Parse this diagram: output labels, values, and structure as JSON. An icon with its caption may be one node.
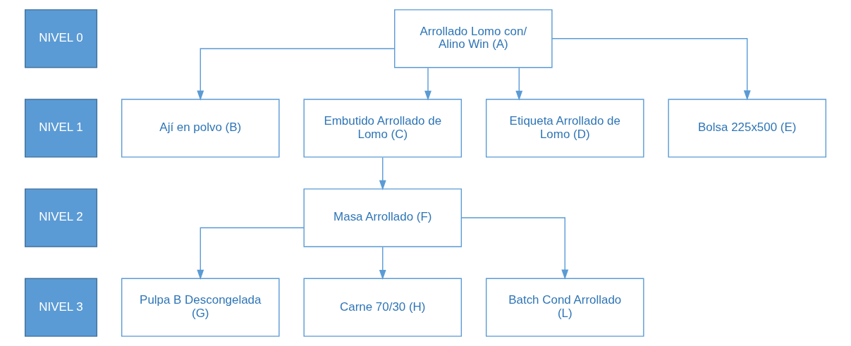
{
  "diagram": {
    "nodes": [
      {
        "text": [
          "NIVEL 0"
        ]
      },
      {
        "text": [
          "Arrollado Lomo con/ Alino Win (A)"
        ]
      },
      {
        "text": [
          "NIVEL 1"
        ]
      },
      {
        "text": [
          "Ají en polvo (B)"
        ]
      },
      {
        "text": [
          "Embutido Arrollado de Lomo (C)"
        ]
      },
      {
        "text": [
          "Etiqueta Arrollado de Lomo (D)"
        ]
      },
      {
        "text": [
          "Bolsa 225x500 (E)"
        ]
      },
      {
        "text": [
          "NIVEL 2"
        ]
      },
      {
        "text": [
          "Masa Arrollado (F)"
        ]
      },
      {
        "text": [
          "NIVEL 3"
        ]
      },
      {
        "text": [
          "Pulpa B Descongelada (G)"
        ]
      },
      {
        "text": [
          "Carne 70/30 (H)"
        ]
      },
      {
        "text": [
          "Batch Cond Arrollado (L)"
        ]
      }
    ],
    "edges": [
      {
        "from": 1,
        "to": 3,
        "arrow": "to"
      },
      {
        "from": 1,
        "to": 4,
        "arrow": "to"
      },
      {
        "from": 1,
        "to": 5,
        "arrow": "to"
      },
      {
        "from": 1,
        "to": 6,
        "arrow": "to"
      },
      {
        "from": 4,
        "to": 8,
        "arrow": "to"
      },
      {
        "from": 8,
        "to": 10,
        "arrow": "to"
      },
      {
        "from": 8,
        "to": 11,
        "arrow": "to"
      },
      {
        "from": 8,
        "to": 12,
        "arrow": "to"
      }
    ]
  }
}
